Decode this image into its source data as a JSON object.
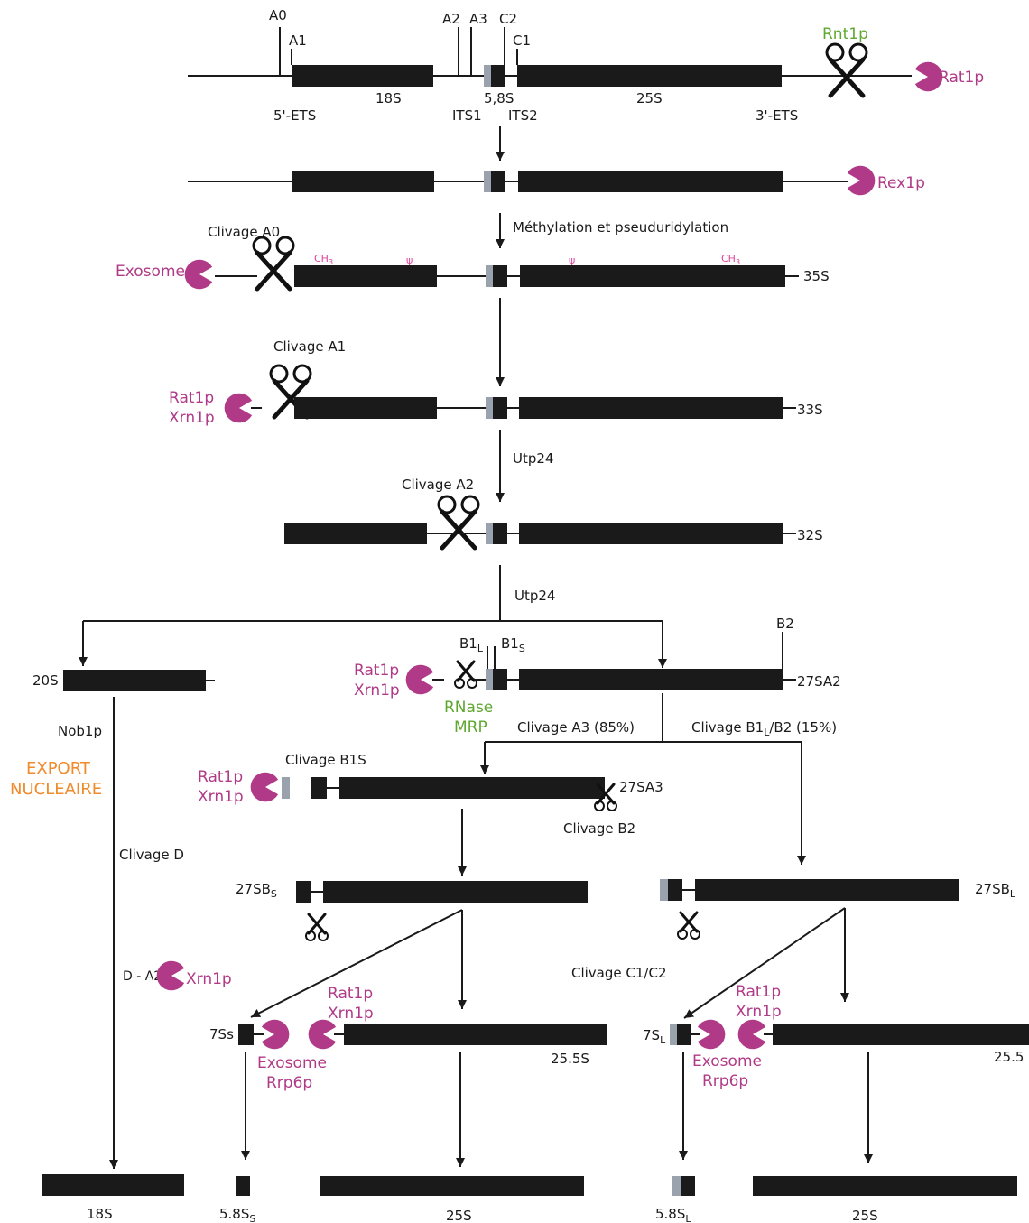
{
  "labels": {
    "A0": "A0",
    "A1": "A1",
    "A2": "A2",
    "A3": "A3",
    "C2": "C2",
    "C1": "C1",
    "s18": "18S",
    "s58": "5,8S",
    "s25": "25S",
    "ets5": "5'-ETS",
    "its1": "ITS1",
    "its2": "ITS2",
    "ets3": "3'-ETS",
    "methyl": "Méthylation et pseuduridylation",
    "clivageA0": "Clivage A0",
    "clivageA1": "Clivage A1",
    "clivageA2": "Clivage A2",
    "s35": "35S",
    "s33": "33S",
    "s32": "32S",
    "utp24a": "Utp24",
    "utp24b": "Utp24",
    "B2": "B2",
    "B1L": "B1",
    "B1L_sub": "L",
    "B1S": "B1",
    "B1S_sub": "S",
    "s20": "20S",
    "s27SA2": "27SA2",
    "clivageA3": "Clivage A3 (85%)",
    "clivageB1L_a": "Clivage B1",
    "clivageB1L_sub": "L",
    "clivageB1L_b": "/B2 (15%)",
    "nob1p": "Nob1p",
    "export1": "EXPORT",
    "export2": "NUCLEAIRE",
    "clivageB1S": "Clivage B1S",
    "s27SA3": "27SA3",
    "clivageB2": "Clivage B2",
    "clivageD": "Clivage D",
    "s27SBS": "27SB",
    "s27SBS_sub": "S",
    "s27SBL": "27SB",
    "s27SBL_sub": "L",
    "clivageC": "Clivage C1/C2",
    "da2": "D - A2",
    "s7S": "7Ss",
    "s7SL": "7S",
    "s7SL_sub": "L",
    "s255a": "25.5S",
    "s255b": "25.5",
    "b18": "18S",
    "b58S": "5.8S",
    "b58S_sub": "S",
    "b25a": "25S",
    "b58L": "5.8S",
    "b58L_sub": "L",
    "b25b": "25S",
    "ch3": "CH",
    "ch3_sub": "3",
    "psi": "ψ"
  },
  "enzymes": {
    "rnt1p": "Rnt1p",
    "rat1p_top": "Rat1p",
    "rex1p": "Rex1p",
    "exosome_a0": "Exosome",
    "rat1p_a1": "Rat1p",
    "xrn1p_a1": "Xrn1p",
    "rat1p_b1": "Rat1p",
    "xrn1p_b1": "Xrn1p",
    "rnase": "RNase",
    "mrp": "MRP",
    "rat1p_b1s": "Rat1p",
    "xrn1p_b1s": "Xrn1p",
    "xrn1p_d": "Xrn1p",
    "rat1p_7s": "Rat1p",
    "xrn1p_7s": "Xrn1p",
    "exosome_7s": "Exosome",
    "rrp6p_7s": "Rrp6p",
    "rat1p_7sl": "Rat1p",
    "xrn1p_7sl": "Xrn1p",
    "exosome_7sl": "Exosome",
    "rrp6p_7sl": "Rrp6p"
  },
  "colors": {
    "enzyme": "#b03a87",
    "rnase": "#5fa830",
    "export": "#f08a2a",
    "bar": "#1a1a1a",
    "its": "#9aa3ad"
  }
}
